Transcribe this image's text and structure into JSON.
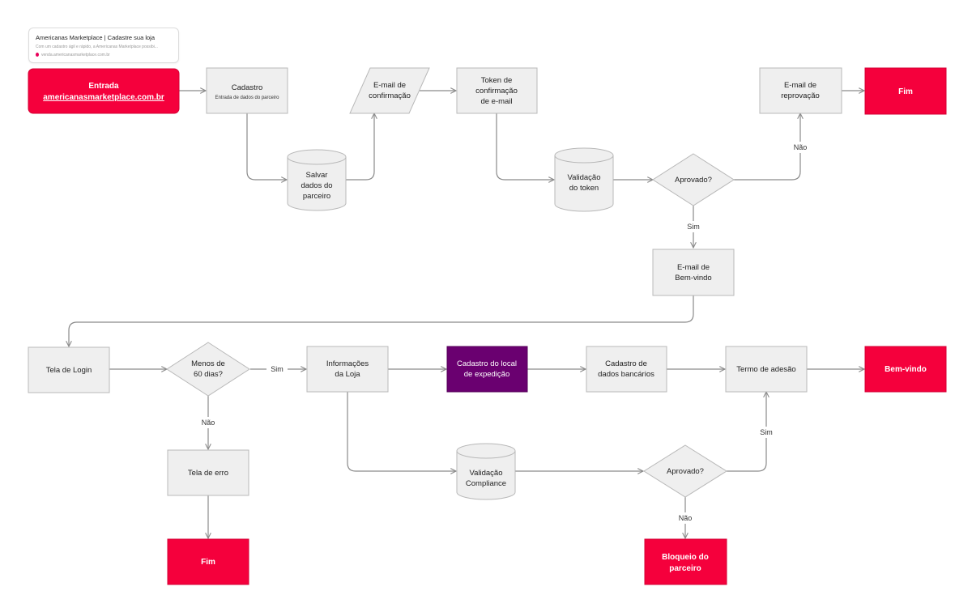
{
  "preview_card": {
    "title": "Americanas Marketplace | Cadastre sua loja",
    "description": "Com um cadastro ágil e rápido, a Americanas Marketplace possibi...",
    "url": "venda.americanasmarketplace.com.br",
    "icon": "americanas-favicon-icon"
  },
  "colors": {
    "red": "#f5003c",
    "purple": "#6a0070",
    "gray_fill": "#efefef",
    "gray_stroke": "#b8b8b8",
    "line": "#8a8a8a"
  },
  "nodes": {
    "entrada": {
      "line1": "Entrada",
      "line2": "americanasmarketplace.com.br"
    },
    "cadastro": {
      "line1": "Cadastro",
      "line2": "Entrada de dados do parceiro"
    },
    "salvar": {
      "line1": "Salvar",
      "line2": "dados do",
      "line3": "parceiro"
    },
    "email_confirmacao": {
      "line1": "E-mail de",
      "line2": "confirmação"
    },
    "token": {
      "line1": "Token de",
      "line2": "confirmação",
      "line3": "de e-mail"
    },
    "validacao_token": {
      "line1": "Validação",
      "line2": "do token"
    },
    "aprovado_1": {
      "label": "Aprovado?"
    },
    "email_reprovacao": {
      "line1": "E-mail de",
      "line2": "reprovação"
    },
    "fim_1": {
      "label": "Fim"
    },
    "email_bemvindo": {
      "line1": "E-mail de",
      "line2": "Bem-vindo"
    },
    "tela_login": {
      "label": "Tela de Login"
    },
    "menos_60": {
      "line1": "Menos de",
      "line2": "60 dias?"
    },
    "informacoes_loja": {
      "line1": "Informações",
      "line2": "da Loja"
    },
    "cadastro_local": {
      "line1": "Cadastro do local",
      "line2": "de expedição"
    },
    "cadastro_bancarios": {
      "line1": "Cadastro de",
      "line2": "dados bancários"
    },
    "termo_adesao": {
      "label": "Termo de adesão"
    },
    "bem_vindo": {
      "label": "Bem-vindo"
    },
    "tela_erro": {
      "label": "Tela de erro"
    },
    "fim_2": {
      "label": "Fim"
    },
    "validacao_compliance": {
      "line1": "Validação",
      "line2": "Compliance"
    },
    "aprovado_2": {
      "label": "Aprovado?"
    },
    "bloqueio": {
      "line1": "Bloqueio do",
      "line2": "parceiro"
    }
  },
  "edge_labels": {
    "nao_1": "Não",
    "sim_1": "Sim",
    "sim_2": "Sim",
    "nao_2": "Não",
    "sim_3": "Sim",
    "nao_3": "Não"
  }
}
